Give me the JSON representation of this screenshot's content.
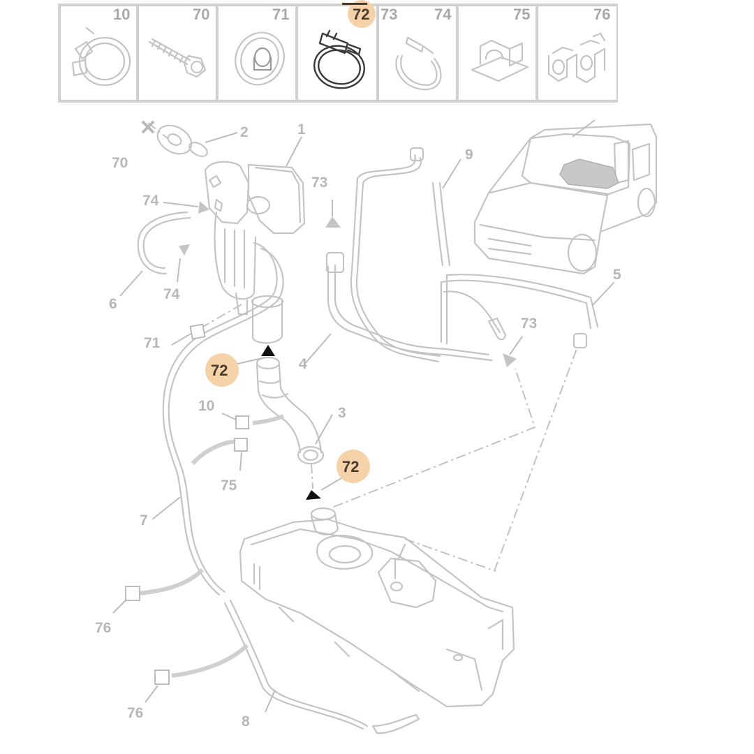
{
  "diagram": {
    "accent_color": "#f6d2a9",
    "highlight_reference": "72",
    "parts_strip": [
      {
        "ref": "10",
        "highlighted": false,
        "icon": "hose-clip-icon"
      },
      {
        "ref": "70",
        "highlighted": false,
        "icon": "screw-icon"
      },
      {
        "ref": "71",
        "highlighted": false,
        "icon": "grommet-icon"
      },
      {
        "ref": "72",
        "highlighted": true,
        "icon": "hose-clamp-icon"
      },
      {
        "ref": "73",
        "highlighted": false,
        "icon": "spring-clip-icon"
      },
      {
        "ref": "74",
        "highlighted": false,
        "icon": "pipe-clip-icon"
      },
      {
        "ref": "75",
        "highlighted": false,
        "icon": "bracket-clip-icon"
      },
      {
        "ref": "76",
        "highlighted": false,
        "icon": "double-clip-icon"
      }
    ],
    "callouts": {
      "r1": "1",
      "r2": "2",
      "r3": "3",
      "r4": "4",
      "r5": "5",
      "r6": "6",
      "r7": "7",
      "r8": "8",
      "r9": "9",
      "c10": "10",
      "c70": "70",
      "c71": "71",
      "c72a": "72",
      "c72b": "72",
      "c73a": "73",
      "c73b": "73",
      "c74a": "74",
      "c74b": "74",
      "c75": "75",
      "c76a": "76",
      "c76b": "76"
    }
  }
}
